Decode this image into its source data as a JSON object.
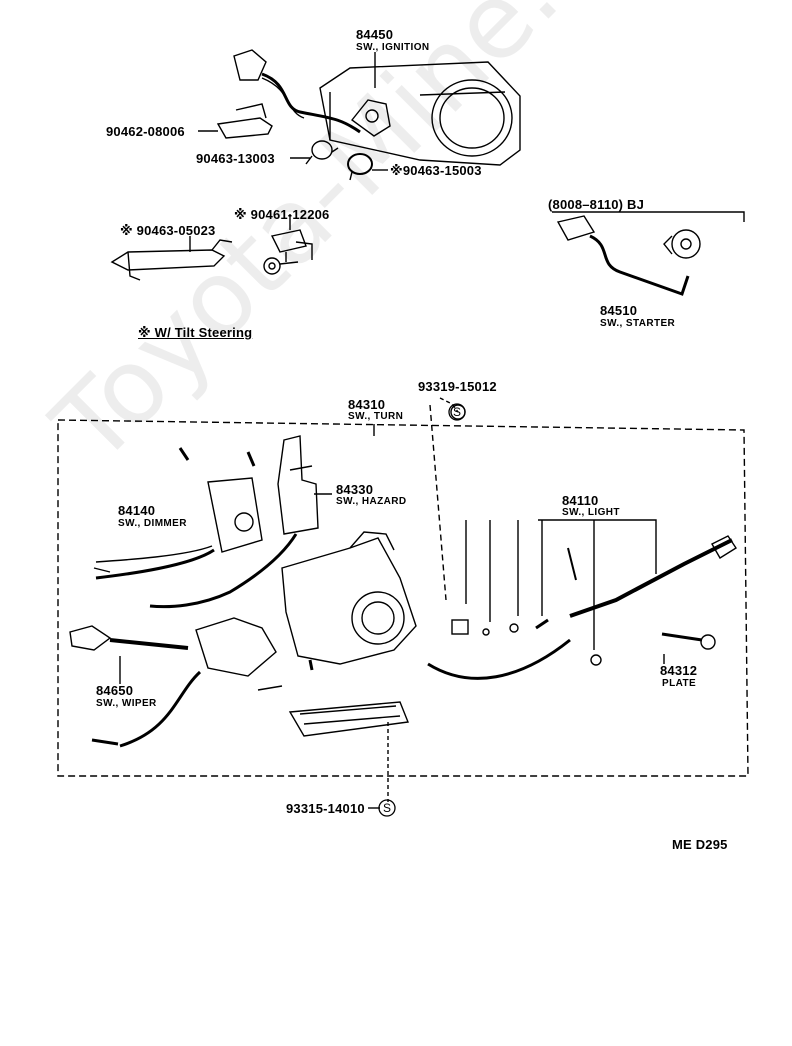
{
  "watermark_text": "Toyota-Mine.ru",
  "diagram_code": "ME  D295",
  "note": "※ W/ Tilt Steering",
  "parts": {
    "ignition": {
      "number": "84450",
      "desc": "SW., IGNITION"
    },
    "p90462": {
      "number": "90462-08006"
    },
    "p90463_13": {
      "number": "90463-13003"
    },
    "p90463_15": {
      "number": "※90463-15003"
    },
    "p90463_05": {
      "number": "※ 90463-05023"
    },
    "p90461": {
      "number": "※ 90461-12206"
    },
    "starter_group": {
      "label": "(8008–8110) BJ"
    },
    "starter": {
      "number": "84510",
      "desc": "SW., STARTER"
    },
    "screw_top": {
      "number": "93319-15012"
    },
    "turn": {
      "number": "84310",
      "desc": "SW., TURN"
    },
    "dimmer": {
      "number": "84140",
      "desc": "SW., DIMMER"
    },
    "hazard": {
      "number": "84330",
      "desc": "SW., HAZARD"
    },
    "light": {
      "number": "84110",
      "desc": "SW., LIGHT"
    },
    "plate": {
      "number": "84312",
      "desc": "PLATE"
    },
    "wiper": {
      "number": "84650",
      "desc": "SW., WIPER"
    },
    "screw_bottom": {
      "number": "93315-14010"
    }
  },
  "std_mark": "S"
}
